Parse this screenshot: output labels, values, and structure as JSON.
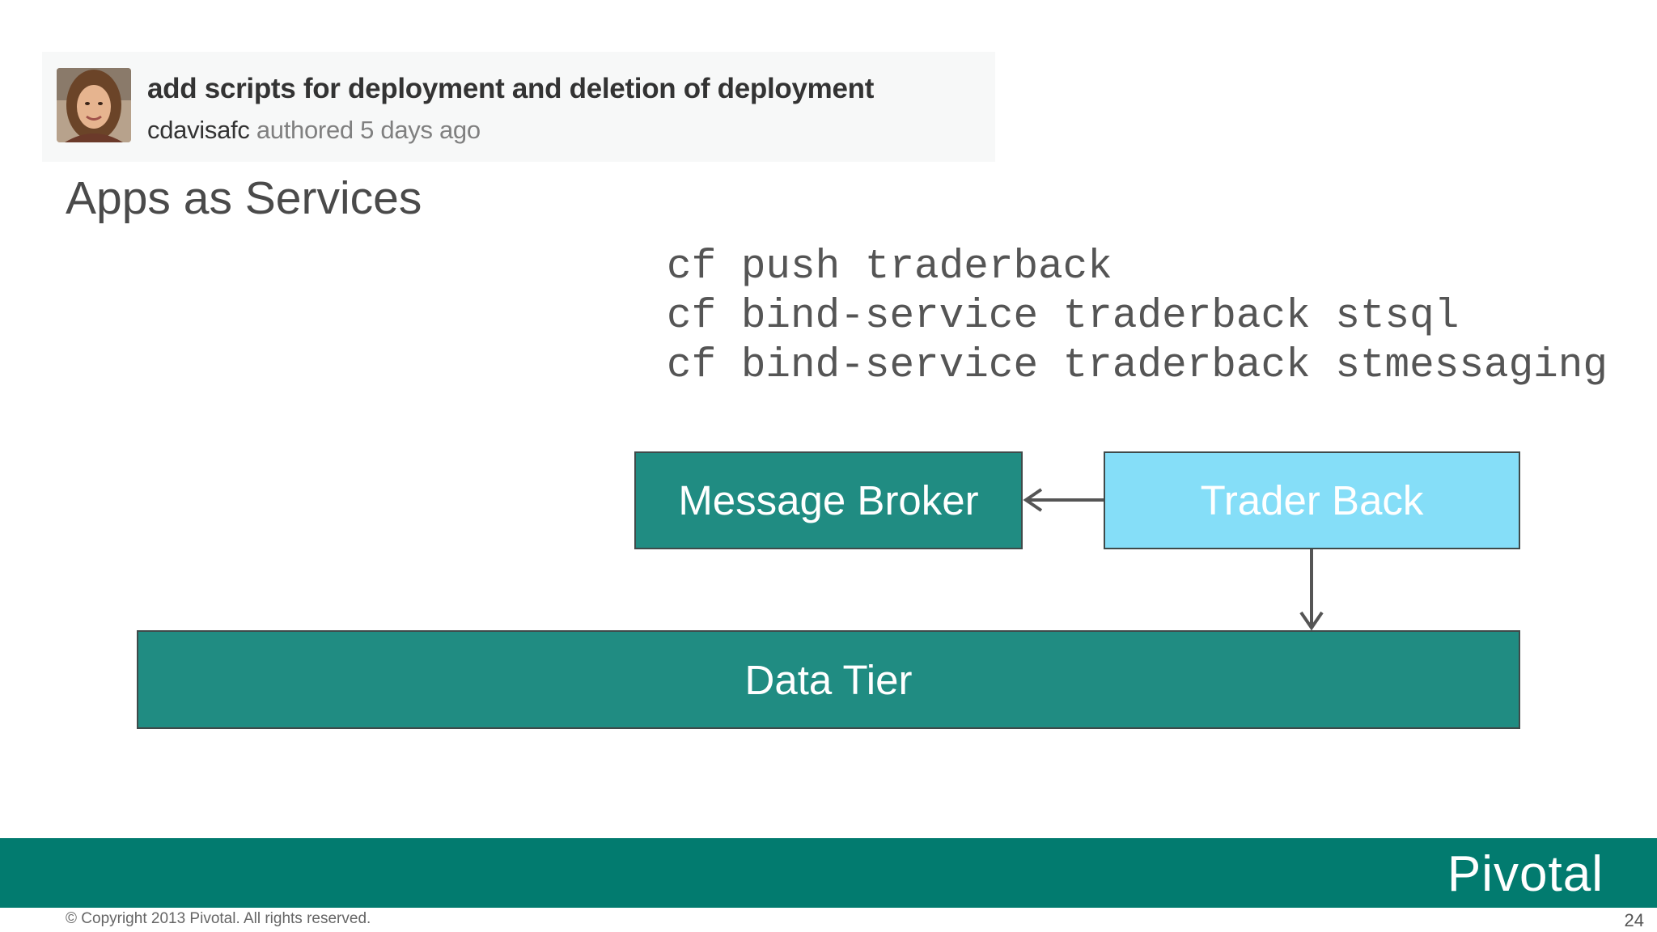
{
  "commit": {
    "message": "add scripts for deployment and deletion of deployment",
    "author": "cdavisafc",
    "meta": " authored 5 days ago"
  },
  "slide": {
    "title": "Apps as Services",
    "page_number": "24"
  },
  "commands": [
    "cf push traderback",
    "cf bind-service traderback stsql",
    "cf bind-service traderback stmessaging"
  ],
  "diagram": {
    "message_broker": "Message Broker",
    "trader_back": "Trader Back",
    "data_tier": "Data Tier"
  },
  "footer": {
    "logo": "Pivotal",
    "copyright": "© Copyright 2013 Pivotal. All rights reserved."
  },
  "colors": {
    "teal_box": "#208c82",
    "light_blue_box": "#85def8",
    "footer_band": "#027b6f"
  }
}
